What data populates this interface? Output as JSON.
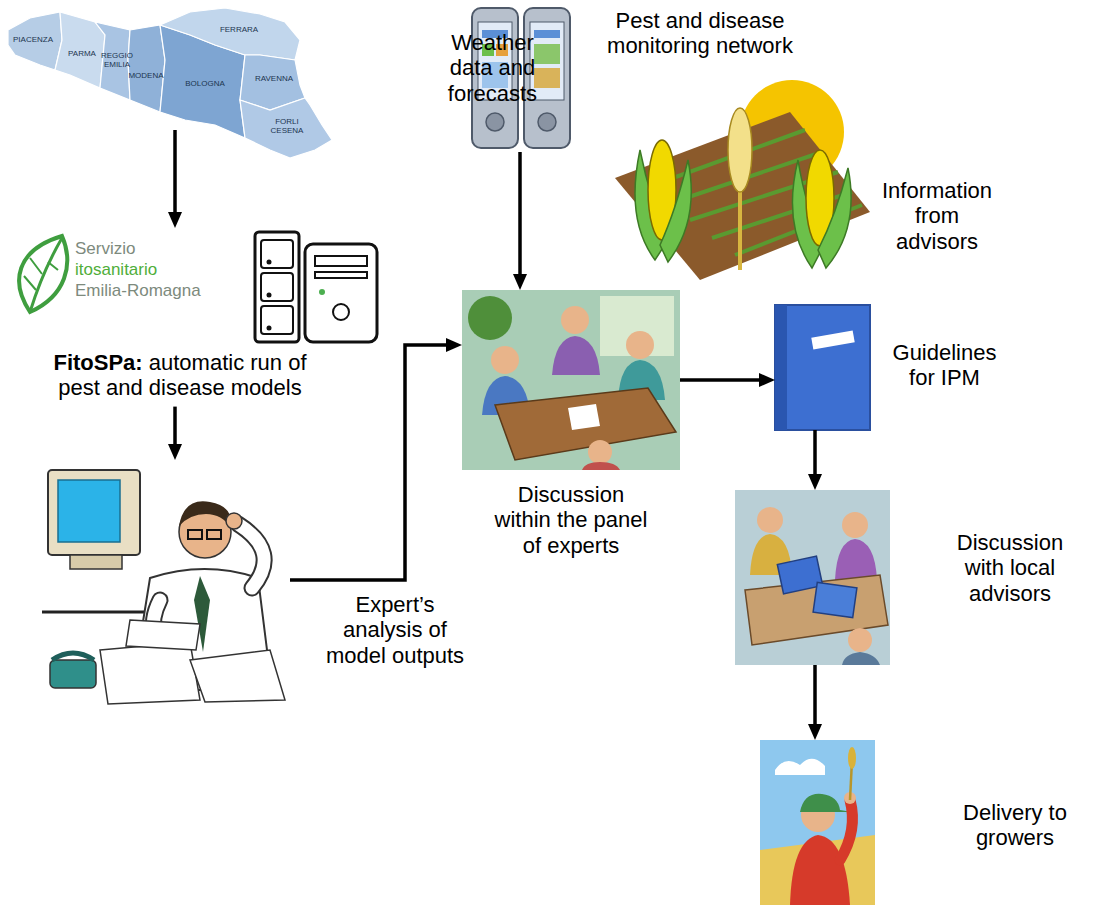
{
  "diagram": {
    "nodes": [
      {
        "text": [
          "Weather data and forecasts"
        ]
      },
      {
        "text": [
          "FitoSPa: automatic run of pest and disease models"
        ]
      },
      {
        "text": [
          "Expert’s analysis of model outputs"
        ]
      },
      {
        "text": [
          "Pest and disease monitoring network",
          "Information from advisors"
        ]
      },
      {
        "text": [
          "Discussion within the panel of experts"
        ]
      },
      {
        "text": [
          "Guidelines for IPM"
        ]
      },
      {
        "text": [
          "Discussion with local advisors"
        ]
      },
      {
        "text": [
          "Delivery to growers"
        ]
      }
    ],
    "edges": [
      {
        "from": 0,
        "to": 1,
        "arrow": "to"
      },
      {
        "from": 1,
        "to": 2,
        "arrow": "to"
      },
      {
        "from": 2,
        "to": 4,
        "arrow": "to"
      },
      {
        "from": 3,
        "to": 4,
        "arrow": "to"
      },
      {
        "from": 4,
        "to": 5,
        "arrow": "to"
      },
      {
        "from": 5,
        "to": 6,
        "arrow": "to"
      },
      {
        "from": 6,
        "to": 7,
        "arrow": "to"
      }
    ],
    "labels": [
      "PIACENZA",
      "PARMA",
      "REGGIO EMILIA",
      "MODENA",
      "BOLOGNA",
      "FERRARA",
      "RAVENNA",
      "FORLI CESENA",
      "Servizio",
      "itosanitario",
      "Emilia-Romagna"
    ]
  }
}
